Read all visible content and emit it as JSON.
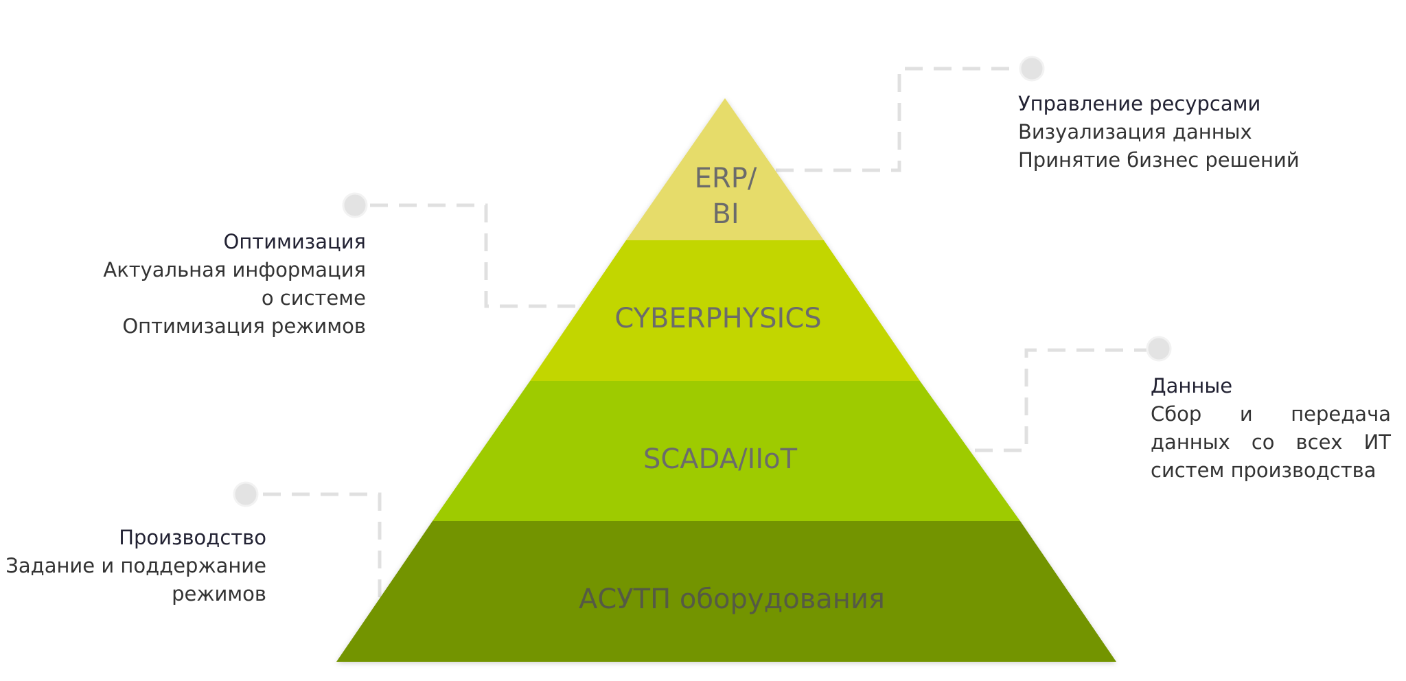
{
  "colors": {
    "level_erp": "#e6dc6a",
    "level_cyber": "#c2d600",
    "level_scada": "#9ecb00",
    "level_asutp": "#739400",
    "connector": "#e0e0e0",
    "dot": "#e3e3e3"
  },
  "pyramid": {
    "levels": [
      {
        "id": "erp",
        "lines": [
          "ERP/",
          "BI"
        ]
      },
      {
        "id": "cyber",
        "lines": [
          "CYBERPHYSICS"
        ]
      },
      {
        "id": "scada",
        "lines": [
          "SCADA/IIoT"
        ]
      },
      {
        "id": "asutp",
        "lines": [
          "АСУТП оборудования"
        ]
      }
    ]
  },
  "callouts": {
    "resources": {
      "title": "Управление ресурсами",
      "lines": [
        "Визуализация данных",
        "Принятие бизнес решений"
      ]
    },
    "optimization": {
      "title": "Оптимизация",
      "lines": [
        "Актуальная информация",
        "о системе",
        "Оптимизация режимов"
      ]
    },
    "data": {
      "title": "Данные",
      "lines": [
        "Сбор и передача",
        "данных со всех ИТ",
        "систем производства"
      ]
    },
    "production": {
      "title": "Производство",
      "lines": [
        "Задание и поддержание",
        "режимов"
      ]
    }
  }
}
